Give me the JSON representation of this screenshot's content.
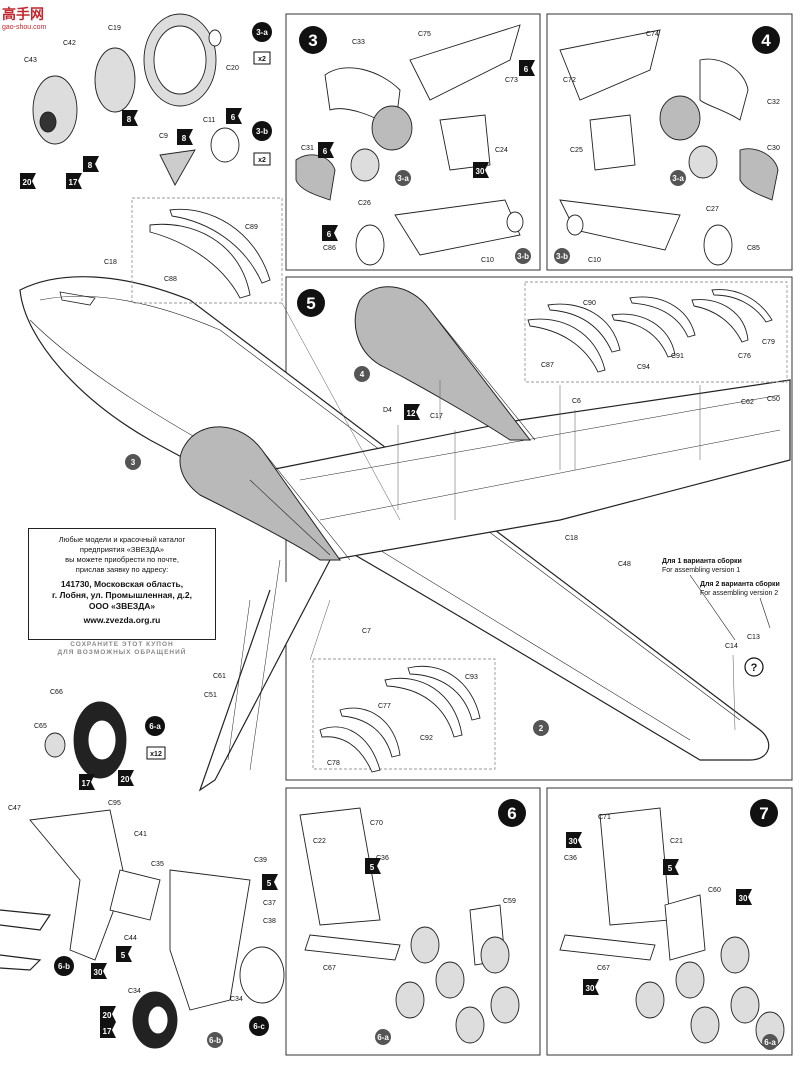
{
  "watermark": {
    "title": "高手网",
    "url": "gao-shou.com"
  },
  "steps": {
    "s3": "3",
    "s4": "4",
    "s5": "5",
    "s6": "6",
    "s7": "7",
    "s3a": "3-a",
    "s3b": "3-b",
    "s6a": "6-a",
    "s6b": "6-b",
    "s6c": "6-c"
  },
  "multipliers": {
    "x2a": "x2",
    "x2b": "x2",
    "x12": "x12"
  },
  "parts": {
    "c19": "C19",
    "c20": "C20",
    "c42": "C42",
    "c43": "C43",
    "c9": "C9",
    "c11": "C11",
    "c33": "C33",
    "c75": "C75",
    "c73": "C73",
    "c31": "C31",
    "c26": "C26",
    "c24": "C24",
    "c86": "C86",
    "c10a": "C10",
    "c74": "C74",
    "c72": "C72",
    "c32": "C32",
    "c25": "C25",
    "c30": "C30",
    "c27": "C27",
    "c10b": "C10",
    "c85": "C85",
    "c18a": "C18",
    "c89": "C89",
    "c88": "C88",
    "c90": "C90",
    "c87": "C87",
    "c94": "C94",
    "c91": "C91",
    "c76": "C76",
    "c79": "C79",
    "d4": "D4",
    "c17": "C17",
    "c6": "C6",
    "c62": "C62",
    "c50": "C50",
    "c18b": "C18",
    "c48": "C48",
    "c14": "C14",
    "c13": "C13",
    "c7": "C7",
    "c93": "C93",
    "c77": "C77",
    "c92": "C92",
    "c78": "C78",
    "c61": "C61",
    "c51": "C51",
    "c66": "C66",
    "c65": "C65",
    "c47": "C47",
    "c95": "C95",
    "c41": "C41",
    "c35": "C35",
    "c44": "C44",
    "c39": "C39",
    "c37": "C37",
    "c38": "C38",
    "c34a": "C34",
    "c34b": "C34",
    "c22": "C22",
    "c70": "C70",
    "c36a": "C36",
    "c59": "C59",
    "c67a": "C67",
    "c71": "C71",
    "c21": "C21",
    "c36b": "C36",
    "c60": "C60",
    "c67b": "C67"
  },
  "paint_tags": [
    "8",
    "8",
    "17",
    "20",
    "8",
    "6",
    "6",
    "6",
    "30",
    "6",
    "12",
    "5",
    "17",
    "20",
    "30",
    "5",
    "5",
    "20",
    "17",
    "30",
    "5",
    "30",
    "30"
  ],
  "assembly_refs": {
    "r2": "2",
    "r3": "3",
    "r4": "4"
  },
  "version_notes": {
    "v1_ru": "Для 1 варианта сборки",
    "v1_en": "For assembling version 1",
    "v2_ru": "Для 2 варианта сборки",
    "v2_en": "For assembling version 2",
    "question": "?"
  },
  "info_box": {
    "line1": "Любые модели и красочный каталог",
    "line2": "предприятия «ЗВЕЗДА»",
    "line3": "вы можете приобрести по почте,",
    "line4": "прислав заявку по адресу:",
    "addr1": "141730, Московская область,",
    "addr2": "г. Лобня, ул. Промышленная, д.2,",
    "addr3": "ООО «ЗВЕЗДА»",
    "web": "www.zvezda.org.ru",
    "coupon1": "СОХРАНИТЕ ЭТОТ КУПОН",
    "coupon2": "ДЛЯ ВОЗМОЖНЫХ ОБРАЩЕНИЙ"
  },
  "colors": {
    "ink": "#111111",
    "callout": "#555555",
    "engine": "#b9b9b9",
    "watermark": "#c1272d"
  }
}
